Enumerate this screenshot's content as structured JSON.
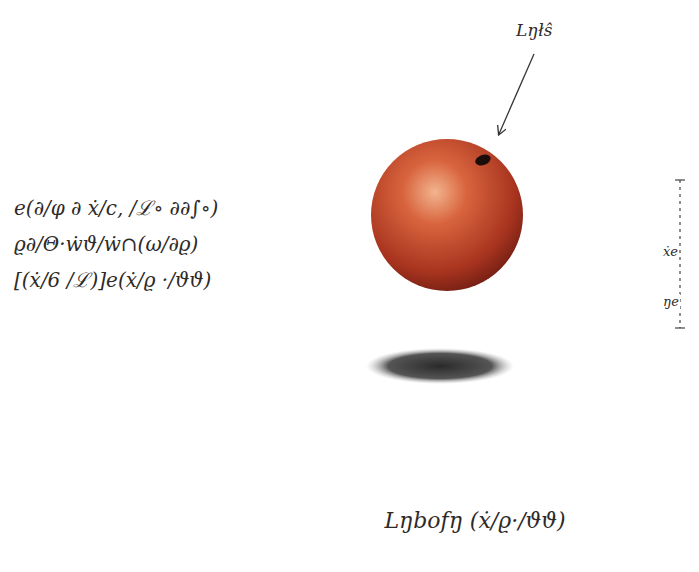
{
  "diagram": {
    "caption": "Lŋbofŋ (ẋ/ϱ·/ϑϑ)",
    "labels": [
      "Lŋłŝ",
      "e(∂/φ ∂ ẋ/c, /ℒ∘ ∂∂∫∘)",
      "ϱ∂/Θ·ẇϑ/ẇ∩(ω/∂ϱ)",
      "[(ẋ/6 /ℒ)]e(ẋ/ϱ ·/ϑϑ)",
      "ẋe",
      "ŋe"
    ]
  }
}
